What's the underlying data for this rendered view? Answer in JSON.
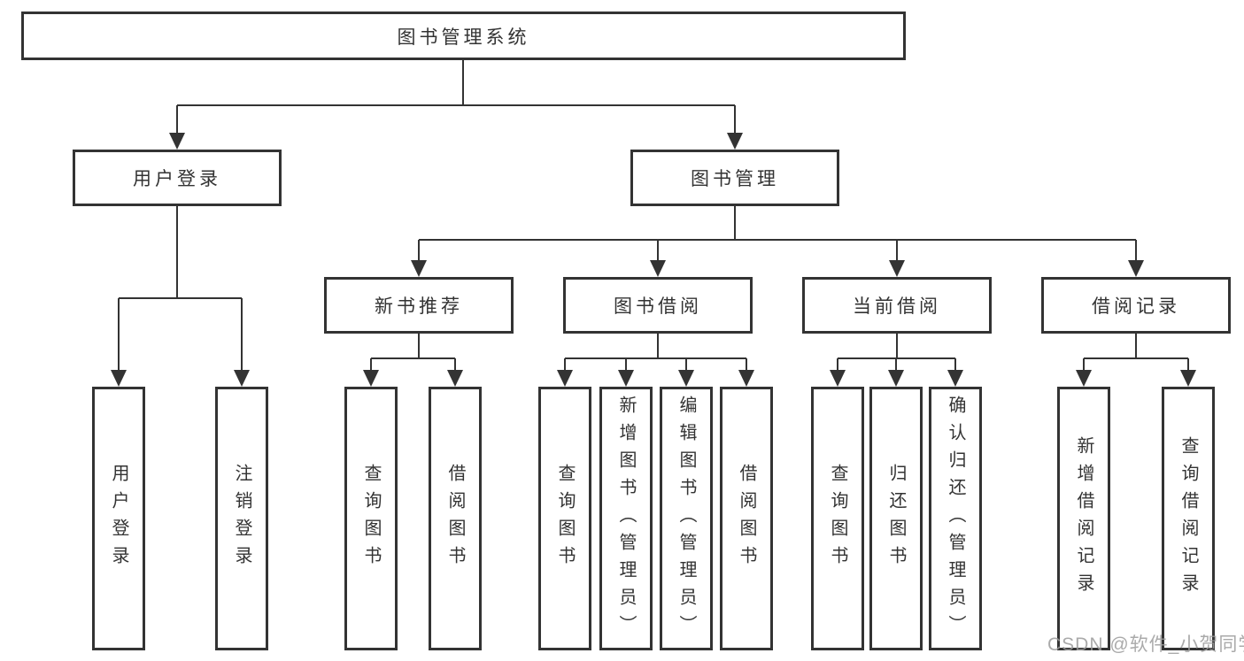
{
  "root": {
    "label": "图书管理系统"
  },
  "level2": {
    "user_login": {
      "label": "用户登录"
    },
    "book_mgmt": {
      "label": "图书管理"
    }
  },
  "user_login_children": [
    {
      "label": "用户登录"
    },
    {
      "label": "注销登录"
    }
  ],
  "book_mgmt_sections": [
    {
      "label": "新书推荐",
      "children": [
        {
          "label": "查询图书"
        },
        {
          "label": "借阅图书"
        }
      ]
    },
    {
      "label": "图书借阅",
      "children": [
        {
          "label": "查询图书"
        },
        {
          "label": "新增图书（管理员）"
        },
        {
          "label": "编辑图书（管理员）"
        },
        {
          "label": "借阅图书"
        }
      ]
    },
    {
      "label": "当前借阅",
      "children": [
        {
          "label": "查询图书"
        },
        {
          "label": "归还图书"
        },
        {
          "label": "确认归还（管理员）"
        }
      ]
    },
    {
      "label": "借阅记录",
      "children": [
        {
          "label": "新增借阅记录"
        },
        {
          "label": "查询借阅记录"
        }
      ]
    }
  ],
  "watermark": {
    "text": "CSDN @软件_小贺同学"
  },
  "colors": {
    "line": "#333333",
    "text": "#333333",
    "background": "#ffffff",
    "watermark": "#9b9b9b"
  }
}
